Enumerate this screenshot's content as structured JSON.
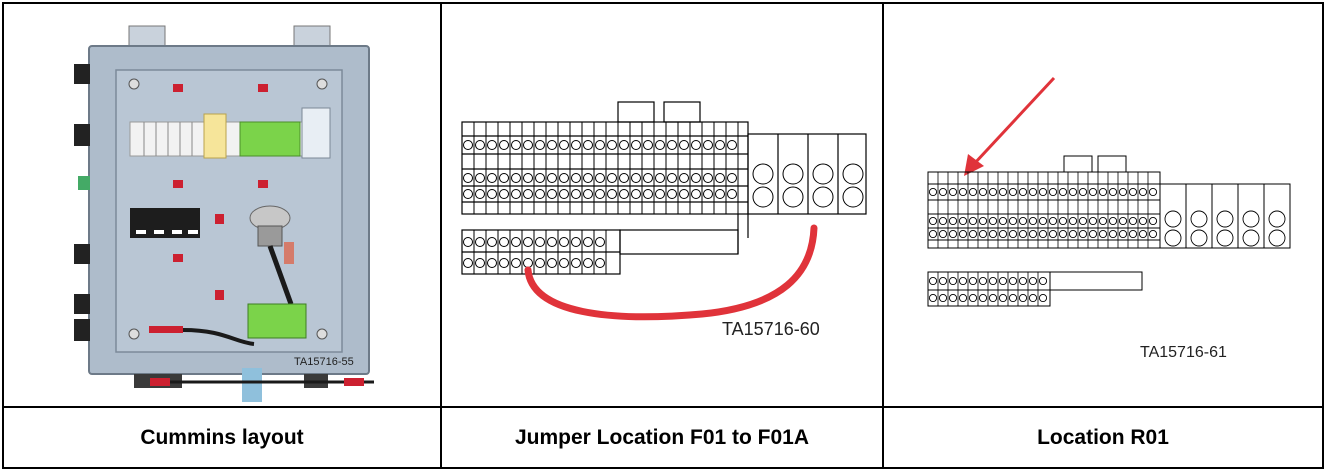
{
  "panels": [
    {
      "figure_id": "TA15716-55",
      "caption": "Cummins layout"
    },
    {
      "figure_id": "TA15716-60",
      "caption": "Jumper Location F01 to F01A"
    },
    {
      "figure_id": "TA15716-61",
      "caption": "Location R01"
    }
  ],
  "colors": {
    "jumper": "#e0333a",
    "arrow": "#e0333a",
    "enclosure": "#b9c6d4",
    "terminal_green": "#7bd34a"
  }
}
